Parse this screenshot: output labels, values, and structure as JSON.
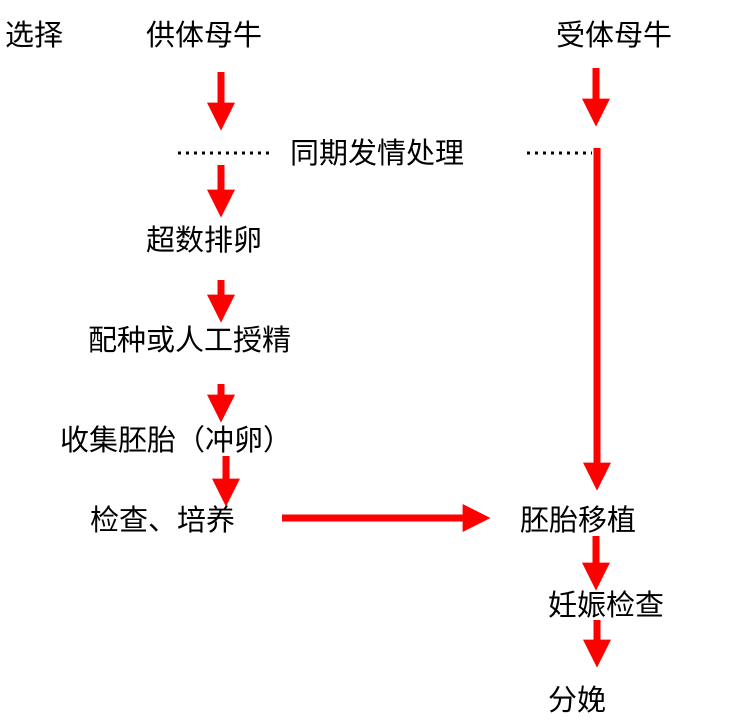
{
  "colors": {
    "arrow": "#ff0000",
    "text": "#000000"
  },
  "labels": {
    "select": "选择",
    "donor": "供体母牛",
    "recipient": "受体母牛",
    "sync": "同期发情处理",
    "superovulation": "超数排卵",
    "insemination": "配种或人工授精",
    "collect": "收集胚胎（冲卵）",
    "inspect": "检查、培养",
    "transfer": "胚胎移植",
    "pregnancy": "妊娠检查",
    "birth": "分娩"
  }
}
